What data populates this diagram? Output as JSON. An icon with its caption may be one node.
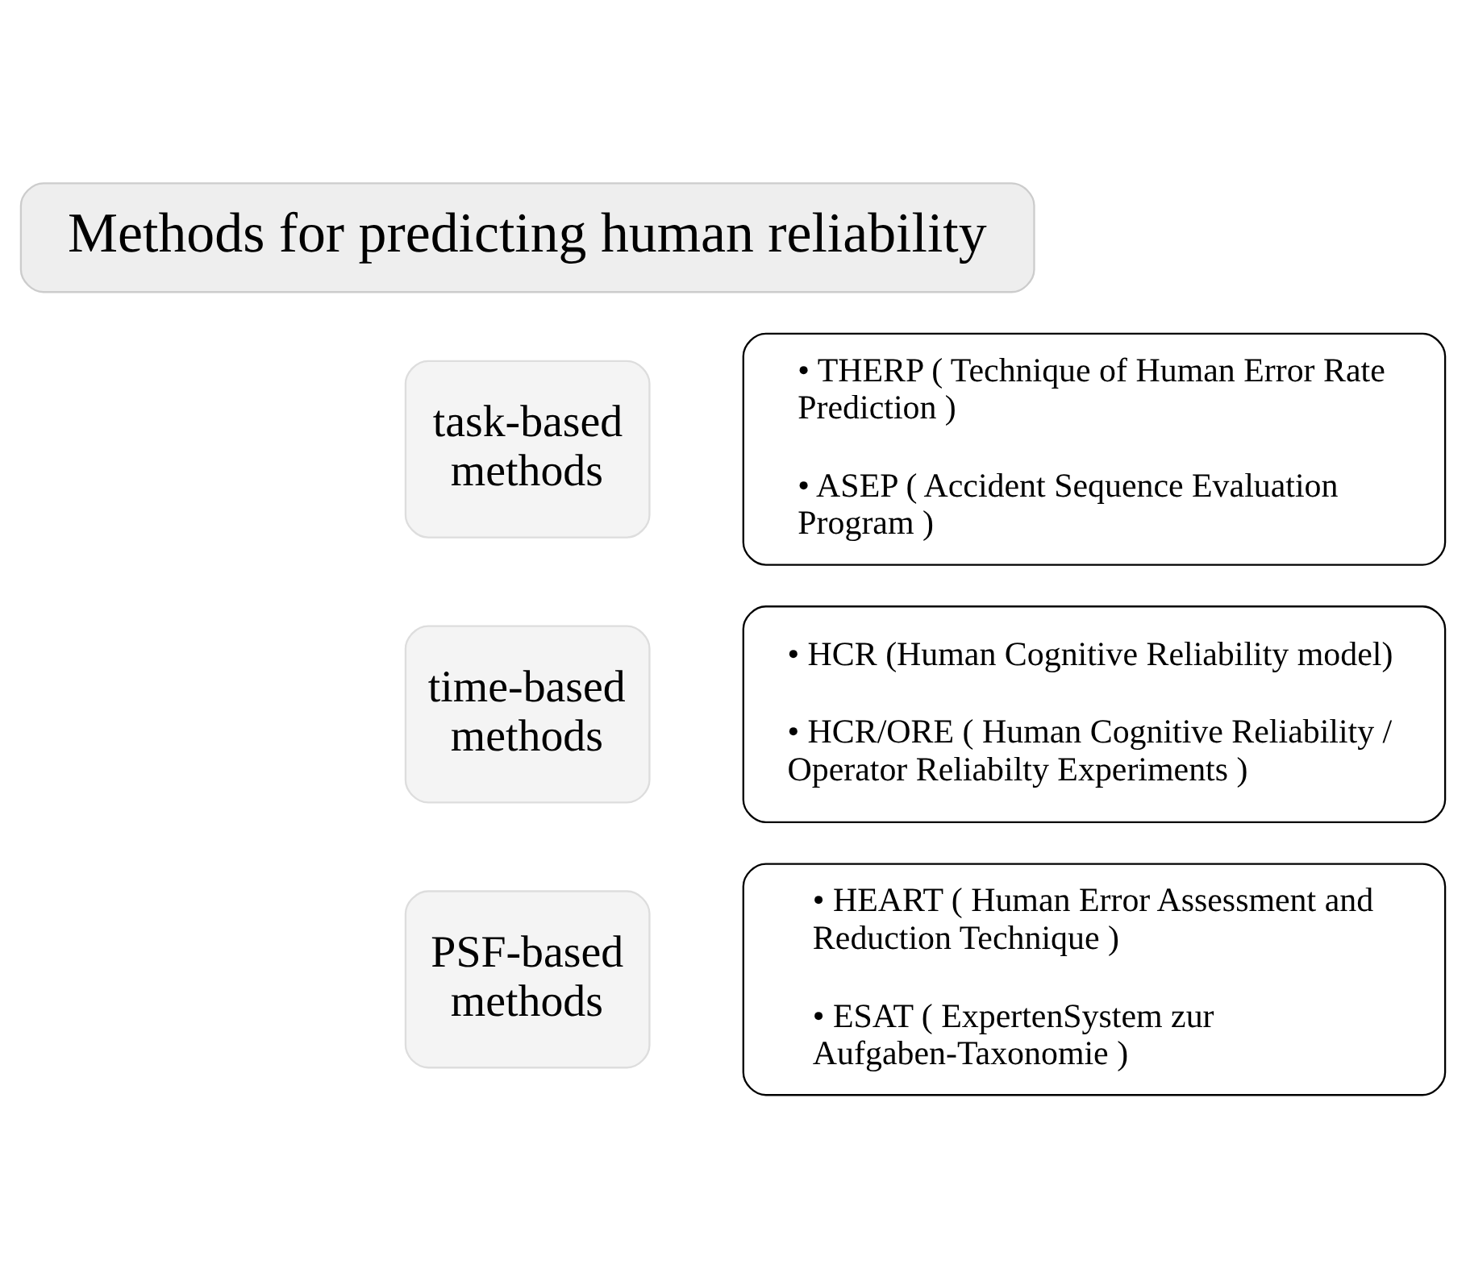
{
  "diagram": {
    "nodes": [
      {
        "text": [
          "Methods for predicting human reliability"
        ]
      },
      {
        "text": [
          "task-based methods"
        ]
      },
      {
        "text": [
          "• THERP ( Technique of Human Error Rate Prediction )",
          "• ASEP ( Accident Sequence Evaluation Program )"
        ]
      },
      {
        "text": [
          "time-based methods"
        ]
      },
      {
        "text": [
          "• HCR (Human Cognitive Reliability model)",
          "• HCR/ORE ( Human Cognitive Reliability / Operator Reliabilty Experiments )"
        ]
      },
      {
        "text": [
          "PSF-based methods"
        ]
      },
      {
        "text": [
          "• HEART ( Human Error Assessment and Reduction Technique )",
          "• ESAT ( ExpertenSystem zur Aufgaben-Taxonomie )"
        ]
      }
    ],
    "edges": []
  }
}
